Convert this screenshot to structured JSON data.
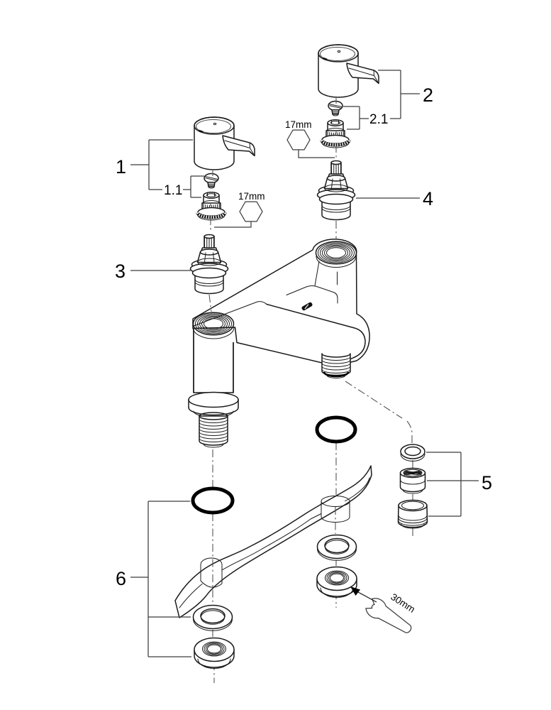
{
  "diagram": {
    "kind": "exploded-parts-diagram",
    "subject": "two-handle bath filler tap with mounting hardware"
  },
  "labels": {
    "p1": "1",
    "p1_1": "1.1",
    "p2": "2",
    "p2_1": "2.1",
    "p3": "3",
    "p4": "4",
    "p5": "5",
    "p6": "6"
  },
  "tools": {
    "hex_left": "17mm",
    "hex_right": "17mm",
    "wrench": "30mm"
  },
  "icons": {
    "hex_key": "hexagon-outline",
    "wrench": "open-end-wrench",
    "arrow": "filled-arrowhead"
  },
  "colors": {
    "background": "#ffffff",
    "line": "#1a1a1a",
    "callout_line": "#3c3c3c",
    "centerline": "#555555",
    "o_ring": "#000000"
  }
}
